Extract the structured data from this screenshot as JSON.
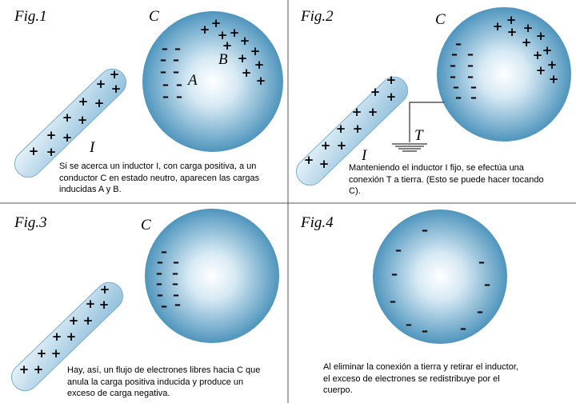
{
  "figures": [
    {
      "label": "Fig.1",
      "conductor_label": "C",
      "inductor_label": "I",
      "region_a": "A",
      "region_b": "B",
      "caption": [
        "Si se acerca un inductor I, con carga positiva,  a  un",
        "conductor C en estado neutro, aparecen las cargas",
        "inducidas A y B."
      ]
    },
    {
      "label": "Fig.2",
      "conductor_label": "C",
      "inductor_label": "I",
      "ground_label": "T",
      "caption": [
        "Manteniendo el inductor  I fijo,  se  efectúa  una",
        "conexión T a tierra.   (Esto se puede hacer tocando",
        "C)."
      ]
    },
    {
      "label": "Fig.3",
      "conductor_label": "C",
      "caption": [
        "Hay, así, un flujo de electrones libres hacia C que",
        "anula la carga positiva  inducida  y  produce  un",
        "exceso de carga negativa."
      ]
    },
    {
      "label": "Fig.4",
      "caption": [
        "Al eliminar la conexión a tierra y retirar el inductor,",
        "el exceso de electrones se    redistribuye  por  el",
        "cuerpo."
      ]
    }
  ],
  "symbols": {
    "positive": "+",
    "negative": "–"
  },
  "colors": {
    "sphere_center": "#ffffff",
    "sphere_edge": "#4f95bd",
    "rod_fill": "#b9d8ea",
    "rod_highlight": "#e8f3f9",
    "divider": "#555555"
  }
}
